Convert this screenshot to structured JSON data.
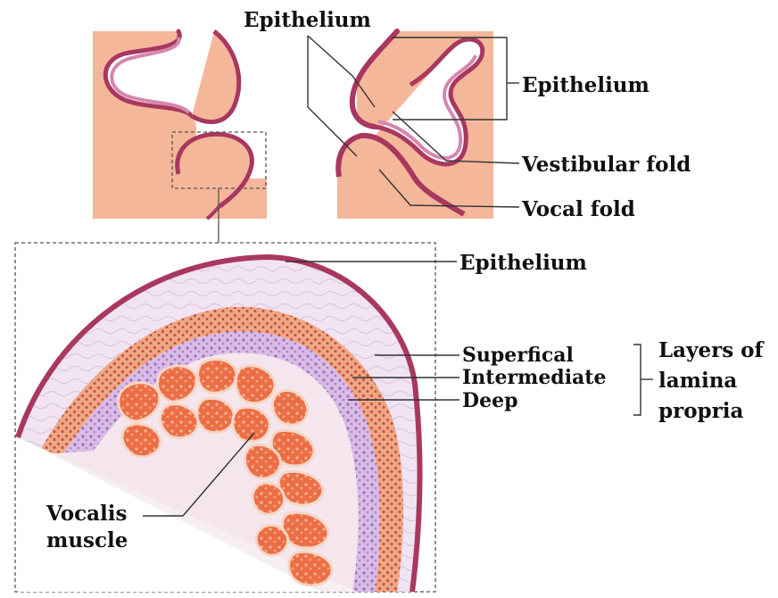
{
  "labels": {
    "epithelium_top": "Epithelium",
    "epithelium_right": "Epithelium",
    "vestibular_fold": "Vestibular fold",
    "vocal_fold": "Vocal fold",
    "epithelium_detail": "Epithelium",
    "superficial": "Superfical",
    "intermediate": "Intermediate",
    "deep": "Deep",
    "layers_line1": "Layers of",
    "layers_line2": "lamina",
    "layers_line3": "propria",
    "vocalis_line1": "Vocalis",
    "vocalis_line2": "muscle"
  },
  "colors": {
    "tissue": "#F5B79A",
    "epithelium": "#A8385F",
    "epithelium_light": "#D687AE",
    "superficial_layer": "#EFDDF0",
    "intermediate_layer": "#E8A27E",
    "deep_layer": "#C9A5DA",
    "muscle": "#E8673F",
    "muscle_bg": "#F4E6EC"
  }
}
